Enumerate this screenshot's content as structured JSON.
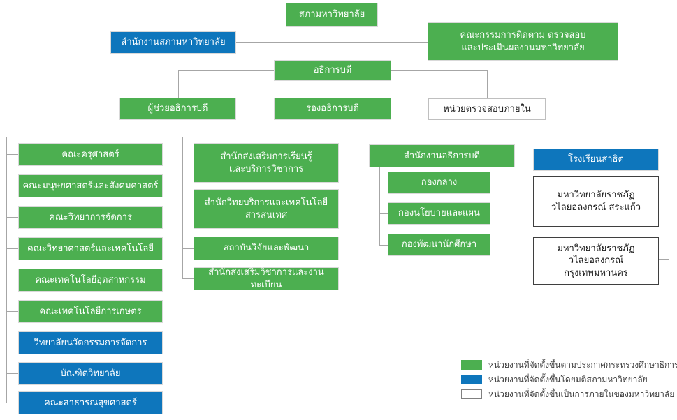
{
  "palette": {
    "green": "#4CAF50",
    "blue": "#0E76BC",
    "line_color": "#A6A6A6"
  },
  "nodes": {
    "council": "สภามหาวิทยาลัย",
    "council_office": "สำนักงานสภามหาวิทยาลัย",
    "monitoring_committee": "คณะกรรมการติดตาม ตรวจสอบ\nและประเมินผลงานมหาวิทยาลัย",
    "president": "อธิการบดี",
    "assistant_president": "ผู้ช่วยอธิการบดี",
    "vice_president": "รองอธิการบดี",
    "internal_audit": "หน่วยตรวจสอบภายใน"
  },
  "faculties": [
    {
      "label": "คณะครุศาสตร์",
      "type": "green"
    },
    {
      "label": "คณะมนุษยศาสตร์และสังคมศาสตร์",
      "type": "green"
    },
    {
      "label": "คณะวิทยาการจัดการ",
      "type": "green"
    },
    {
      "label": "คณะวิทยาศาสตร์และเทคโนโลยี",
      "type": "green"
    },
    {
      "label": "คณะเทคโนโลยีอุตสาหกรรม",
      "type": "green"
    },
    {
      "label": "คณะเทคโนโลยีการเกษตร",
      "type": "green"
    },
    {
      "label": "วิทยาลัยนวัตกรรมการจัดการ",
      "type": "blue"
    },
    {
      "label": "บัณฑิตวิทยาลัย",
      "type": "blue"
    },
    {
      "label": "คณะสาธารณสุขศาสตร์",
      "type": "blue"
    }
  ],
  "offices": [
    {
      "label": "สำนักส่งเสริมการเรียนรู้\nและบริการวิชาการ"
    },
    {
      "label": "สำนักวิทยบริการและเทคโนโลยี\nสารสนเทศ"
    },
    {
      "label": "สถาบันวิจัยและพัฒนา"
    },
    {
      "label": "สำนักส่งเสริมวิชาการและงานทะเบียน"
    }
  ],
  "president_office": {
    "label": "สำนักงานอธิการบดี",
    "divisions": [
      {
        "label": "กองกลาง"
      },
      {
        "label": "กองนโยบายและแผน"
      },
      {
        "label": "กองพัฒนานักศึกษา"
      }
    ]
  },
  "affiliates": [
    {
      "label": "โรงเรียนสาธิต",
      "type": "blue"
    },
    {
      "label": "มหาวิทยาลัยราชภัฏ\nวไลยอลงกรณ์ สระแก้ว",
      "type": "white"
    },
    {
      "label": "มหาวิทยาลัยราชภัฏ\nวไลยอลงกรณ์ กรุงเทพมหานคร",
      "type": "white"
    }
  ],
  "legend": [
    {
      "swatch": "green",
      "label": "หน่วยงานที่จัดตั้งขึ้นตามประกาศกระทรวงศึกษาธิการ"
    },
    {
      "swatch": "blue",
      "label": "หน่วยงานที่จัดตั้งขึ้นโดยมติสภามหาวิทยาลัย"
    },
    {
      "swatch": "white",
      "label": "หน่วยงานที่จัดตั้งขึ้นเป็นการภายในของมหาวิทยาลัย"
    }
  ]
}
